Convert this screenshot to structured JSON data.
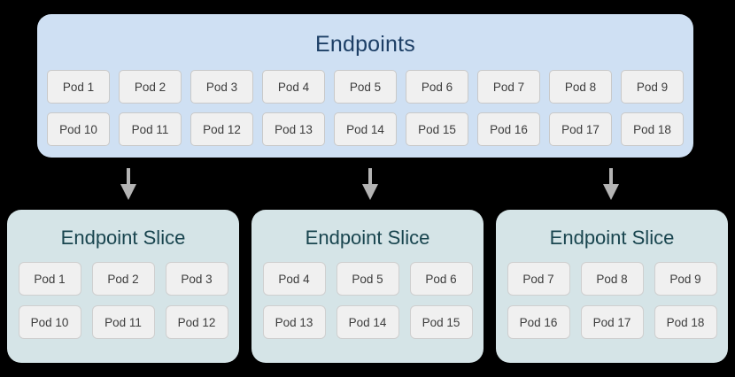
{
  "diagram": {
    "background_color": "#000000",
    "endpoints": {
      "title": "Endpoints",
      "panel_color": "#cfe0f3",
      "title_color": "#1d3f66",
      "rows": [
        [
          "Pod 1",
          "Pod 2",
          "Pod 3",
          "Pod 4",
          "Pod 5",
          "Pod 6",
          "Pod 7",
          "Pod 8",
          "Pod 9"
        ],
        [
          "Pod 10",
          "Pod 11",
          "Pod 12",
          "Pod 13",
          "Pod 14",
          "Pod 15",
          "Pod 16",
          "Pod 17",
          "Pod 18"
        ]
      ]
    },
    "arrows": {
      "color": "#b4b4b4",
      "count": 3,
      "direction": "down"
    },
    "slices": [
      {
        "title": "Endpoint Slice",
        "panel_color": "#d5e4e7",
        "title_color": "#19454f",
        "rows": [
          [
            "Pod 1",
            "Pod 2",
            "Pod 3"
          ],
          [
            "Pod 10",
            "Pod 11",
            "Pod 12"
          ]
        ]
      },
      {
        "title": "Endpoint Slice",
        "panel_color": "#d5e4e7",
        "title_color": "#19454f",
        "rows": [
          [
            "Pod 4",
            "Pod 5",
            "Pod 6"
          ],
          [
            "Pod 13",
            "Pod 14",
            "Pod 15"
          ]
        ]
      },
      {
        "title": "Endpoint Slice",
        "panel_color": "#d5e4e7",
        "title_color": "#19454f",
        "rows": [
          [
            "Pod 7",
            "Pod 8",
            "Pod 9"
          ],
          [
            "Pod 16",
            "Pod 17",
            "Pod 18"
          ]
        ]
      }
    ]
  }
}
